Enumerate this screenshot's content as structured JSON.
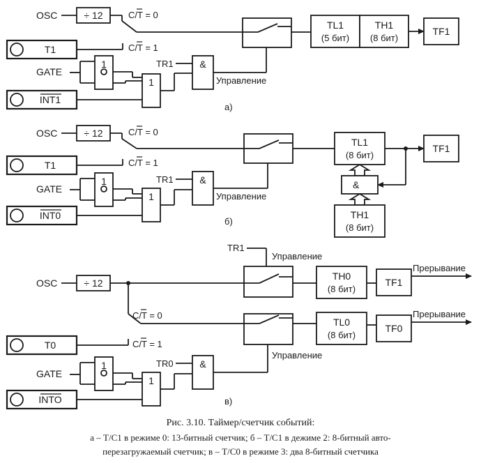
{
  "diagram": {
    "a": {
      "osc": "OSC",
      "div": "÷ 12",
      "ct0": "C/T = 0",
      "ct1": "C/T = 1",
      "pin": "T1",
      "gate": "GATE",
      "int": "INT1",
      "tr": "TR1",
      "not": "1",
      "or": "1",
      "and": "&",
      "control": "Управление",
      "tl_name": "TL1",
      "tl_bits": "(5 бит)",
      "th_name": "TH1",
      "th_bits": "(8 бит)",
      "flag": "TF1",
      "label": "а)"
    },
    "b": {
      "osc": "OSC",
      "div": "÷ 12",
      "ct0": "C/T = 0",
      "ct1": "C/T = 1",
      "pin": "T1",
      "gate": "GATE",
      "int": "INT0",
      "tr": "TR1",
      "not": "1",
      "or": "1",
      "and": "&",
      "control": "Управление",
      "tl_name": "TL1",
      "tl_bits": "(8 бит)",
      "reload_and": "&",
      "th_name": "TH1",
      "th_bits": "(8 бит)",
      "flag": "TF1",
      "label": "б)"
    },
    "c": {
      "tr_top": "TR1",
      "control_top": "Управление",
      "osc": "OSC",
      "div": "÷ 12",
      "ct0": "C/T = 0",
      "ct1": "C/T = 1",
      "pin": "T0",
      "gate": "GATE",
      "int": "INTO",
      "tr": "TR0",
      "not": "1",
      "or": "1",
      "and": "&",
      "control": "Управление",
      "th_name": "TH0",
      "th_bits": "(8 бит)",
      "tf1": "TF1",
      "irq1": "Прерывание",
      "tl_name": "TL0",
      "tl_bits": "(8 бит)",
      "tf0": "TF0",
      "irq0": "Прерывание",
      "label": "в)"
    }
  },
  "caption": {
    "title": "Рис. 3.10. Таймер/счетчик событий:",
    "line1": "а – Т/С1 в режиме 0: 13-битный счетчик; б – Т/С1 в дежиме 2: 8-битный авто-",
    "line2": "перезагружаемый счетчик; в – Т/С0 в режиме 3: два 8-битный счетчика"
  }
}
